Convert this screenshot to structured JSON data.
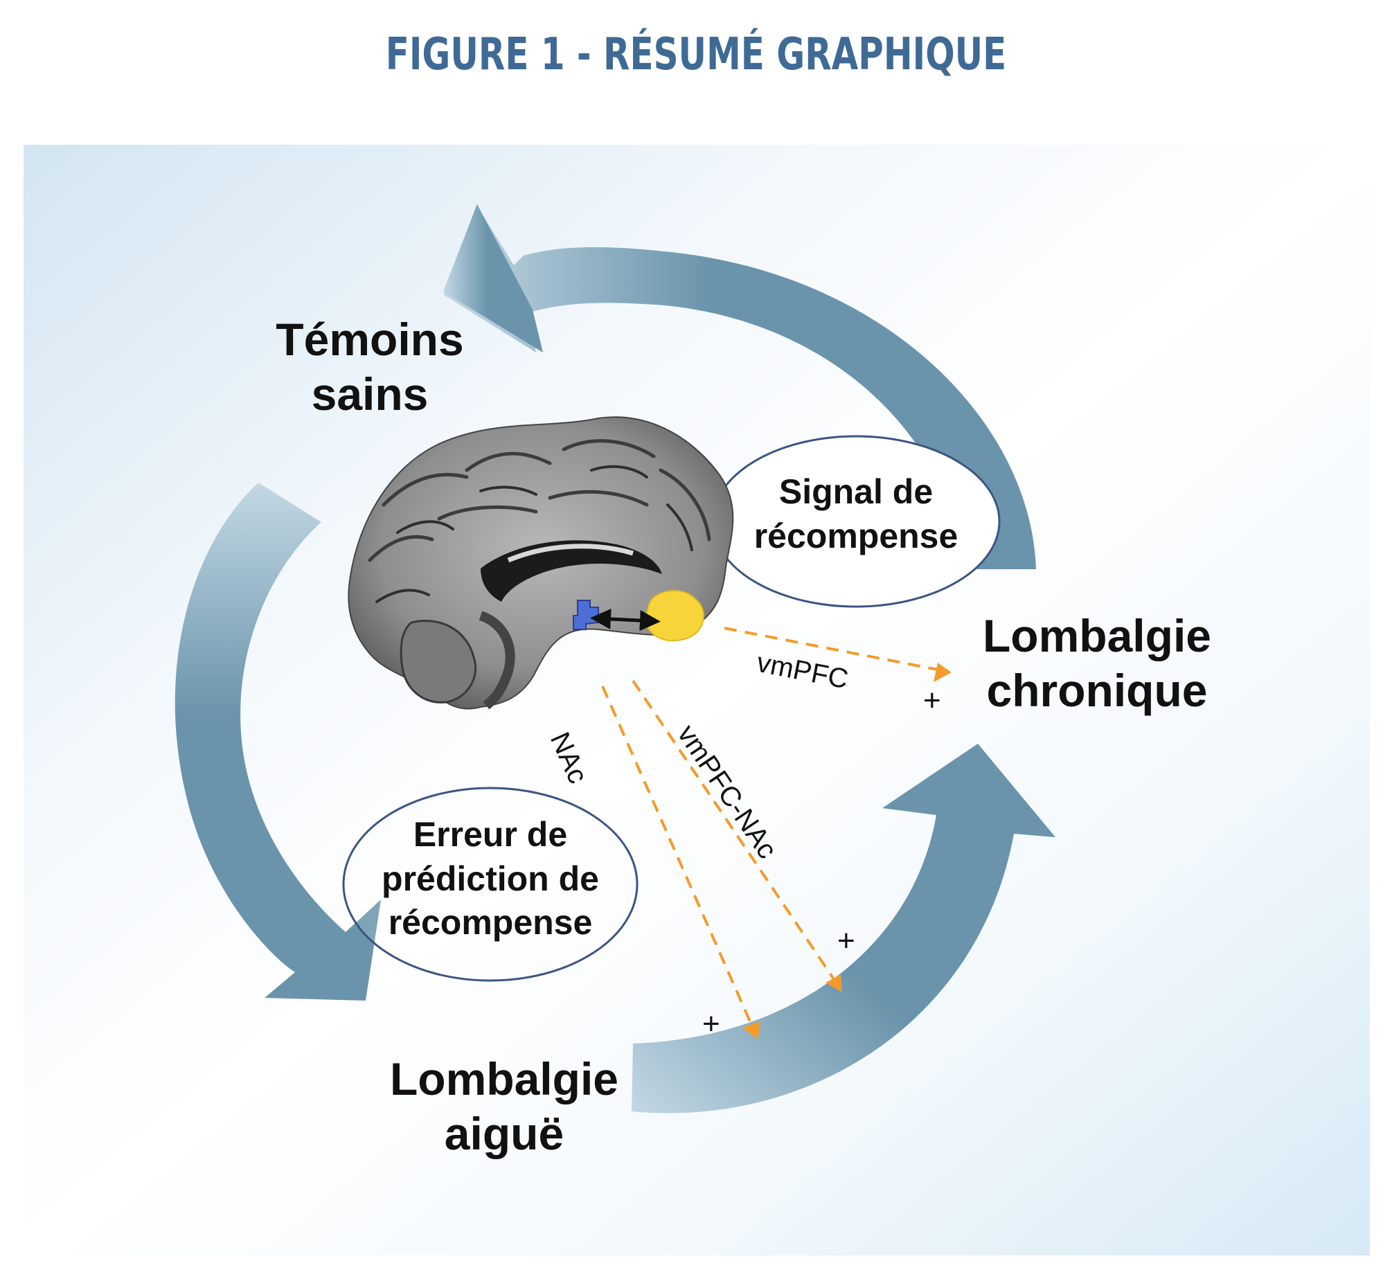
{
  "title": {
    "text": "FIGURE 1 - RÉSUMÉ GRAPHIQUE",
    "color": "#3f6a96"
  },
  "colors": {
    "cycle_arrow": "#6a94ab",
    "dashed_arrow": "#f39b2a",
    "oval_stroke": "#3b5583",
    "background_tint": "#d9e9f4",
    "region_nac": "#4b6fd6",
    "region_vmpfc": "#f7d53a"
  },
  "stages": {
    "healthy": {
      "line1": "Témoins",
      "line2": "sains"
    },
    "acute": {
      "line1": "Lombalgie",
      "line2": "aiguë"
    },
    "chronic": {
      "line1": "Lombalgie",
      "line2": "chronique"
    }
  },
  "ovals": {
    "reward_signal": {
      "line1": "Signal de",
      "line2": "récompense"
    },
    "prediction_error": {
      "line1": "Erreur de",
      "line2": "prédiction de",
      "line3": "récompense"
    }
  },
  "edges": {
    "vmpfc": {
      "label": "vmPFC",
      "sign": "+"
    },
    "nac": {
      "label": "NAc",
      "sign": "+"
    },
    "vmpfc_nac": {
      "label": "vmPFC-NAc",
      "sign": "+"
    }
  },
  "icons": [
    "brain-sagittal-icon",
    "bidirectional-arrow-icon",
    "cycle-arrow-icon"
  ]
}
